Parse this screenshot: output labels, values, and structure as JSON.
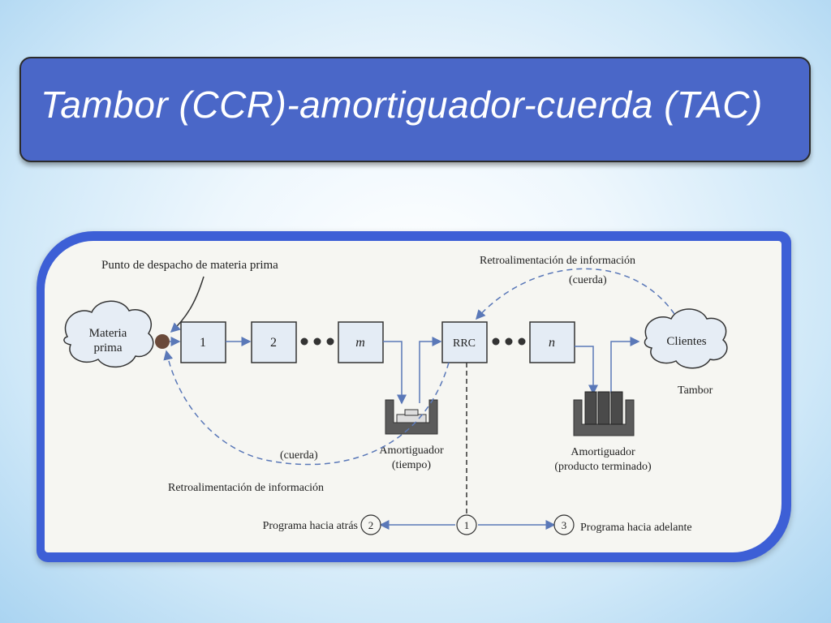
{
  "title": "Tambor (CCR)-amortiguador-cuerda (TAC)",
  "diagram": {
    "dispatch_label": "Punto de despacho de materia prima",
    "raw_material": [
      "Materia",
      "prima"
    ],
    "stations": [
      "1",
      "2",
      "m"
    ],
    "rrc": "RRC",
    "station_n": "n",
    "clients": "Clientes",
    "drum": "Tambor",
    "feedback_top": "Retroalimentación de información",
    "rope_top": "(cuerda)",
    "feedback_bottom": "Retroalimentación de información",
    "rope_bottom": "(cuerda)",
    "buffer_time": [
      "Amortiguador",
      "(tiempo)"
    ],
    "buffer_product": [
      "Amortiguador",
      "(producto terminado)"
    ],
    "schedule_back": "Programa hacia atrás",
    "schedule_forward": "Programa hacia adelante",
    "circle_1": "1",
    "circle_2": "2",
    "circle_3": "3"
  },
  "colors": {
    "title_bg": "#4a67c8",
    "frame": "#3d5fd6",
    "arrow": "#5a78b8",
    "box_fill": "#e4ecf5"
  }
}
